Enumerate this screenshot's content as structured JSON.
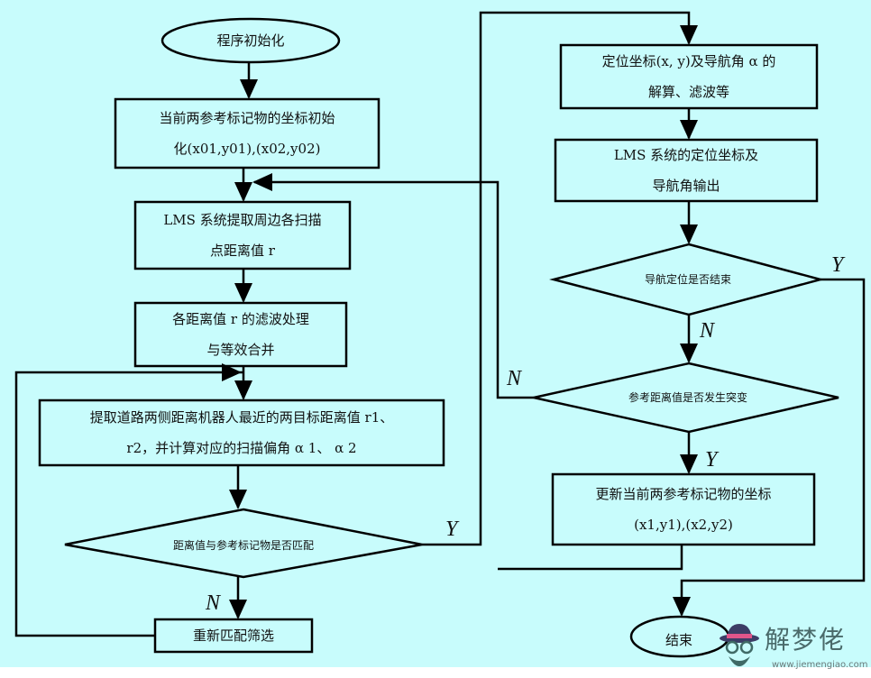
{
  "diagram": {
    "title": "LMS navigation positioning flowchart",
    "background_color": "#c8fcfc",
    "line_color": "#000000",
    "nodes": {
      "start": {
        "type": "terminator",
        "lines": [
          "程序初始化"
        ]
      },
      "init_coords": {
        "type": "process",
        "lines": [
          "当前两参考标记物的坐标初始",
          "化(x01,y01),(x02,y02)"
        ]
      },
      "lms_extract": {
        "type": "process",
        "lines": [
          "LMS 系统提取周边各扫描",
          "点距离值 r"
        ]
      },
      "filter": {
        "type": "process",
        "lines": [
          "各距离值 r 的滤波处理",
          "与等效合并"
        ]
      },
      "extract_targets": {
        "type": "process",
        "lines": [
          "提取道路两侧距离机器人最近的两目标距离值 r1、",
          "r2，并计算对应的扫描偏角 α 1、 α 2"
        ]
      },
      "match_decision": {
        "type": "decision",
        "lines": [
          "距离值与参考标记物是否匹配"
        ]
      },
      "rematch": {
        "type": "process",
        "lines": [
          "重新匹配筛选"
        ]
      },
      "solve_position": {
        "type": "process",
        "lines": [
          "定位坐标(x, y)及导航角 α 的",
          "解算、滤波等"
        ]
      },
      "output": {
        "type": "process",
        "lines": [
          "LMS 系统的定位坐标及",
          "导航角输出"
        ]
      },
      "end_decision": {
        "type": "decision",
        "lines": [
          "导航定位是否结束"
        ]
      },
      "jump_decision": {
        "type": "decision",
        "lines": [
          "参考距离值是否发生突变"
        ]
      },
      "update_coords": {
        "type": "process",
        "lines": [
          "更新当前两参考标记物的坐标",
          "(x1,y1),(x2,y2)"
        ]
      },
      "end": {
        "type": "terminator",
        "lines": [
          "结束"
        ]
      }
    },
    "edges": [
      {
        "from": "start",
        "to": "init_coords",
        "label": ""
      },
      {
        "from": "init_coords",
        "to": "lms_extract",
        "label": ""
      },
      {
        "from": "lms_extract",
        "to": "filter",
        "label": ""
      },
      {
        "from": "filter",
        "to": "extract_targets",
        "label": ""
      },
      {
        "from": "extract_targets",
        "to": "match_decision",
        "label": ""
      },
      {
        "from": "match_decision",
        "to": "rematch",
        "label": "N"
      },
      {
        "from": "rematch",
        "to": "extract_targets",
        "label": ""
      },
      {
        "from": "match_decision",
        "to": "solve_position",
        "label": "Y"
      },
      {
        "from": "solve_position",
        "to": "output",
        "label": ""
      },
      {
        "from": "output",
        "to": "end_decision",
        "label": ""
      },
      {
        "from": "end_decision",
        "to": "jump_decision",
        "label": "N"
      },
      {
        "from": "end_decision",
        "to": "end",
        "label": "Y"
      },
      {
        "from": "jump_decision",
        "to": "update_coords",
        "label": "Y"
      },
      {
        "from": "jump_decision",
        "to": "lms_extract",
        "label": "N"
      },
      {
        "from": "update_coords",
        "to": "lms_extract",
        "label": ""
      }
    ],
    "branch_labels": {
      "yes": "Y",
      "no": "N"
    }
  },
  "watermark": {
    "title": "解梦佬",
    "url": "www.jiemengiao.com"
  }
}
